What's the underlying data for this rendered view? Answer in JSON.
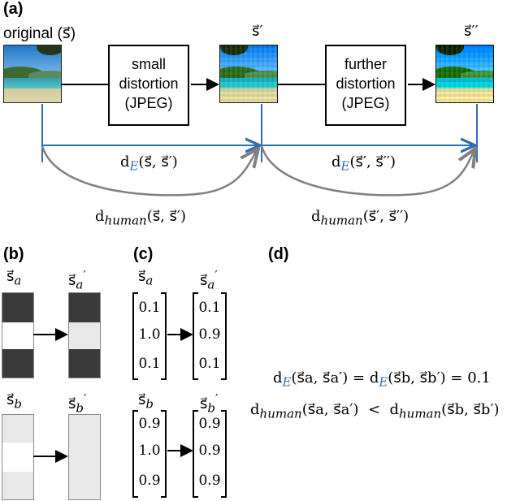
{
  "panel_a": {
    "label": "(a)",
    "original_label": "original (s⃗)",
    "s_prime_label": "s⃗′",
    "s_double_prime_label": "s⃗′′",
    "box1_lines": [
      "small",
      "distortion",
      "(JPEG)"
    ],
    "box2_lines": [
      "further",
      "distortion",
      "(JPEG)"
    ],
    "dE_1": {
      "d": "d",
      "sub": "E",
      "args": "(s⃗, s⃗′)"
    },
    "dE_2": {
      "d": "d",
      "sub": "E",
      "args": "(s⃗′, s⃗′′)"
    },
    "dh_1": {
      "d": "d",
      "sub": "human",
      "args": "(s⃗, s⃗′)"
    },
    "dh_2": {
      "d": "d",
      "sub": "human",
      "args": "(s⃗′, s⃗′′)"
    }
  },
  "panel_b": {
    "label": "(b)",
    "sa": {
      "base": "s⃗",
      "sub": "a"
    },
    "sa_prime": {
      "base": "s⃗",
      "sub": "a",
      "prime": "′"
    },
    "sb": {
      "base": "s⃗",
      "sub": "b"
    },
    "sb_prime": {
      "base": "s⃗",
      "sub": "b",
      "prime": "′"
    }
  },
  "panel_c": {
    "label": "(c)",
    "sa": {
      "base": "s⃗",
      "sub": "a"
    },
    "sa_prime": {
      "base": "s⃗",
      "sub": "a",
      "prime": "′"
    },
    "sb": {
      "base": "s⃗",
      "sub": "b"
    },
    "sb_prime": {
      "base": "s⃗",
      "sub": "b",
      "prime": "′"
    },
    "vec_sa": [
      "0.1",
      "1.0",
      "0.1"
    ],
    "vec_sa_prime": [
      "0.1",
      "0.9",
      "0.1"
    ],
    "vec_sb": [
      "0.9",
      "1.0",
      "0.9"
    ],
    "vec_sb_prime": [
      "0.9",
      "0.9",
      "0.9"
    ]
  },
  "panel_d": {
    "label": "(d)",
    "eq1": {
      "d": "d",
      "sub_e": "E",
      "lhs_args": "(s⃗a, s⃗a′)",
      "rhs_args": "(s⃗b, s⃗b′)",
      "value": "= 0.1"
    },
    "eq2": {
      "sub_h": "human",
      "lhs_args": "(s⃗a, s⃗a′)",
      "relation": "<",
      "rhs_args": "(s⃗b, s⃗b′)"
    }
  },
  "colors": {
    "blue_arrow": "#2e6db3",
    "gray_arrow": "#808080",
    "dark_cell": "#3a3a3a",
    "light_cell": "#e8e8e8"
  }
}
